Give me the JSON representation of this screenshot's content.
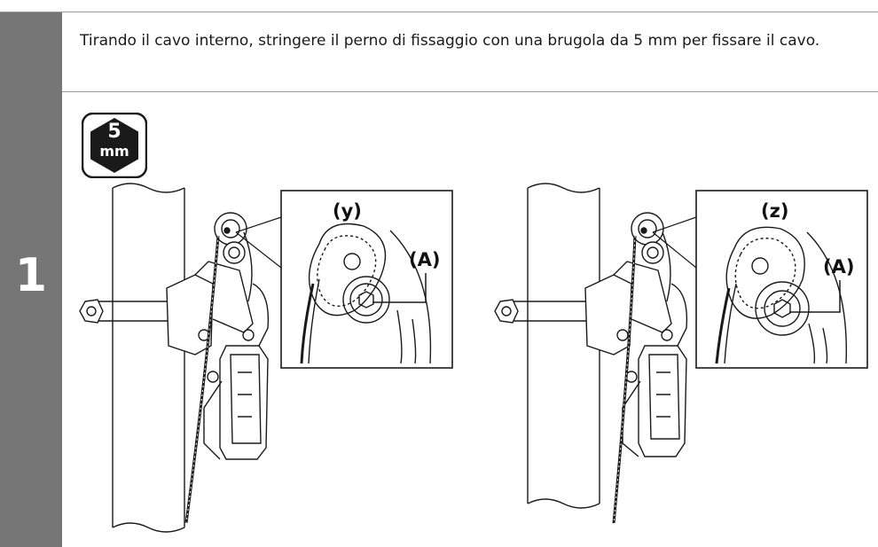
{
  "step": {
    "number": "1"
  },
  "instruction": "Tirando il cavo interno, stringere il perno di fissaggio con una brugola da 5 mm per fissare il cavo.",
  "tool": {
    "size": "5",
    "unit": "mm",
    "icon": "hex-key-icon"
  },
  "figures": [
    {
      "zoom_label": "(y)",
      "part_label": "(A)"
    },
    {
      "zoom_label": "(z)",
      "part_label": "(A)"
    }
  ],
  "colors": {
    "step_bar": "#767676",
    "rule": "#9a9a9a",
    "ink": "#1a1a1a"
  }
}
